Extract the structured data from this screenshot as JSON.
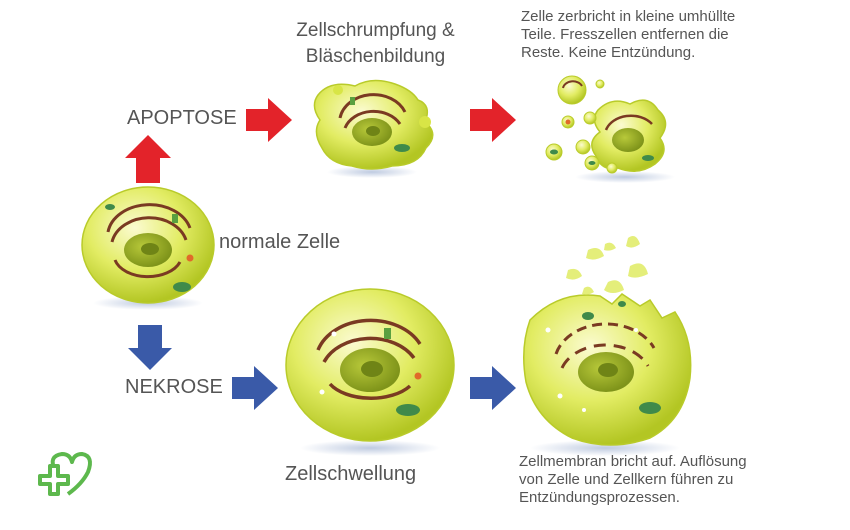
{
  "labels": {
    "apoptose": "APOPTOSE",
    "nekrose": "NEKROSE",
    "normal": "normale Zelle",
    "shrink_line1": "Zellschrumpfung &",
    "shrink_line2": "Bläschenbildung",
    "fragment_line1": "Zelle zerbricht in kleine umhüllte",
    "fragment_line2": "Teile. Fresszellen entfernen die",
    "fragment_line3": "Reste. Keine Entzündung.",
    "swelling": "Zellschwellung",
    "rupture_line1": "Zellmembran bricht auf. Auflösung",
    "rupture_line2": "von Zelle und Zellkern führen zu",
    "rupture_line3": "Entzündungsprozessen."
  },
  "colors": {
    "apoptosis_arrow": "#e3232a",
    "necrosis_arrow": "#3a5aa8",
    "cell_fill": "#d4e33a",
    "cell_edge": "#a9bd1c",
    "nucleus": "#8ea21c",
    "organelle": "#7a3a22",
    "mitochondria": "#3f8a4a",
    "logo": "#5db84d"
  },
  "icons": [
    "heart-plus-logo-icon"
  ]
}
